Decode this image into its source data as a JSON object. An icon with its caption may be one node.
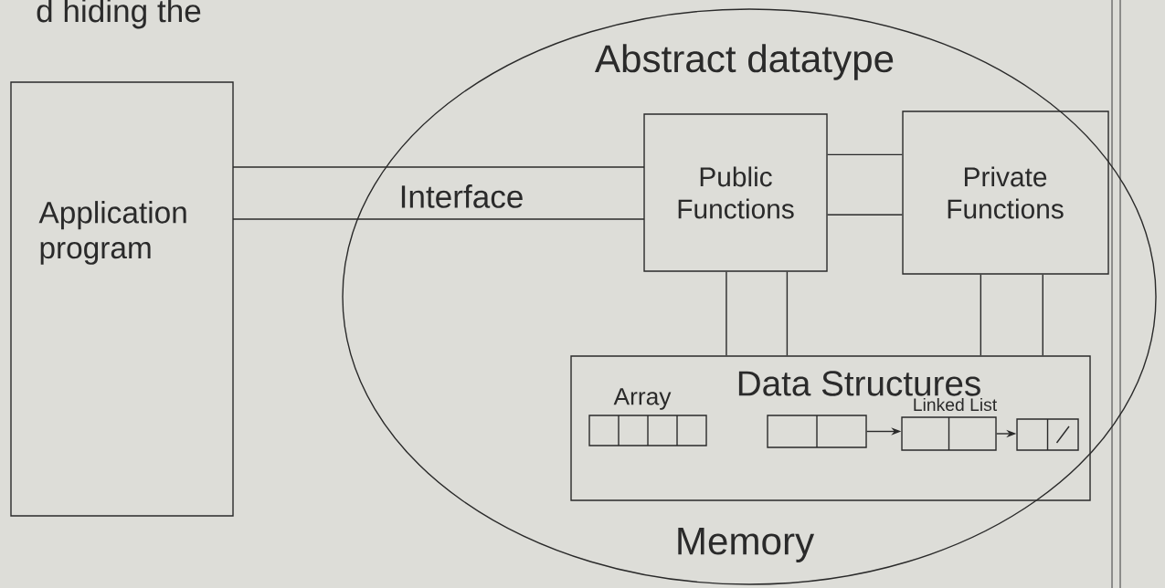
{
  "diagram": {
    "nodes": [
      {
        "text": [
          "Abstract datatype",
          "Memory"
        ]
      },
      {
        "text": [
          "Application program"
        ]
      },
      {
        "text": [
          "Interface"
        ]
      },
      {
        "text": [
          "Public Functions"
        ],
        "in": 0
      },
      {
        "text": [
          "Private Functions"
        ],
        "in": 0
      },
      {
        "text": [
          "Data Structures"
        ],
        "in": 0
      },
      {
        "text": [
          "Array"
        ],
        "in": 5
      },
      {
        "text": [],
        "shape": "box",
        "in": 5
      },
      {
        "text": [],
        "shape": "box",
        "in": 5
      },
      {
        "text": [],
        "shape": "box",
        "in": 5
      }
    ],
    "edges": [
      {
        "from": 3,
        "to": 4,
        "arrow": "none"
      },
      {
        "from": 3,
        "to": 4,
        "arrow": "none"
      },
      {
        "from": 3,
        "to": 5,
        "arrow": "none"
      },
      {
        "from": 3,
        "to": 5,
        "arrow": "none"
      },
      {
        "from": 4,
        "to": 5,
        "arrow": "none"
      },
      {
        "from": 4,
        "to": 5,
        "arrow": "none"
      },
      {
        "from": 7,
        "to": 8,
        "arrow": "to"
      },
      {
        "from": 8,
        "to": 9,
        "arrow": "to"
      }
    ],
    "labels": [
      "d hiding the",
      "Linked List"
    ]
  }
}
